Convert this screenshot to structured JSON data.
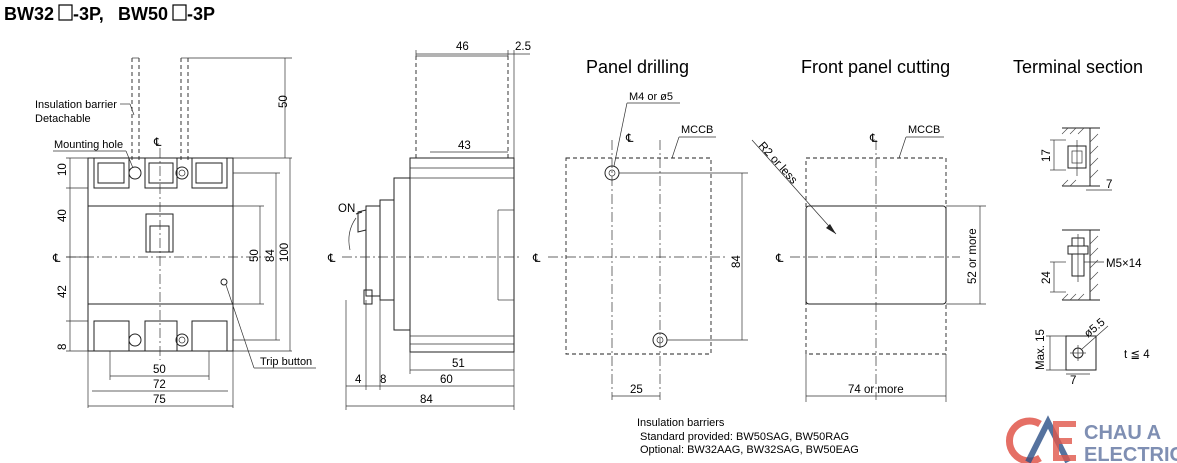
{
  "title": {
    "model_a": "BW32",
    "suffix_a": "-3P,",
    "model_b": "BW50",
    "suffix_b": "-3P"
  },
  "sections": {
    "panel_drilling": "Panel drilling",
    "front_panel_cutting": "Front panel cutting",
    "terminal_section": "Terminal section"
  },
  "front_view": {
    "insulation_barrier": "Insulation barrier",
    "detachable": "Detachable",
    "mounting_hole": "Mounting hole",
    "trip_button": "Trip button",
    "centerline": "℄",
    "dims": {
      "d50_top": "50",
      "d10": "10",
      "d40": "40",
      "d42": "42",
      "d8": "8",
      "d50_in": "50",
      "d84": "84",
      "d100": "100",
      "w50": "50",
      "w72": "72",
      "w75": "75"
    }
  },
  "side_view": {
    "on_label": "ON",
    "centerline": "℄",
    "dims": {
      "d46": "46",
      "d2_5": "2.5",
      "d43": "43",
      "d51": "51",
      "d4": "4",
      "d8": "8",
      "d60": "60",
      "d84": "84"
    }
  },
  "panel_drilling": {
    "hole_label": "M4 or ø5",
    "mccb": "MCCB",
    "centerline": "℄",
    "dims": {
      "d84": "84",
      "d25": "25"
    }
  },
  "front_cutting": {
    "mccb": "MCCB",
    "radius_label": "R2 or less",
    "centerline": "℄",
    "dims": {
      "h": "52 or more",
      "w": "74 or more"
    }
  },
  "terminal_section": {
    "d17": "17",
    "d7a": "7",
    "screw": "M5×14",
    "d24": "24",
    "max15": "Max. 15",
    "phi": "ø5.5",
    "t": "t ≦ 4",
    "d7b": "7"
  },
  "notes": {
    "heading": "Insulation barriers",
    "standard": "Standard provided: BW50SAG, BW50RAG",
    "optional": "Optional: BW32AAG, BW32SAG, BW50EAG"
  },
  "logo": {
    "line1": "CHAU A",
    "line2": "ELECTRIC",
    "red": "#e0564a",
    "blue": "#2b4f86"
  }
}
